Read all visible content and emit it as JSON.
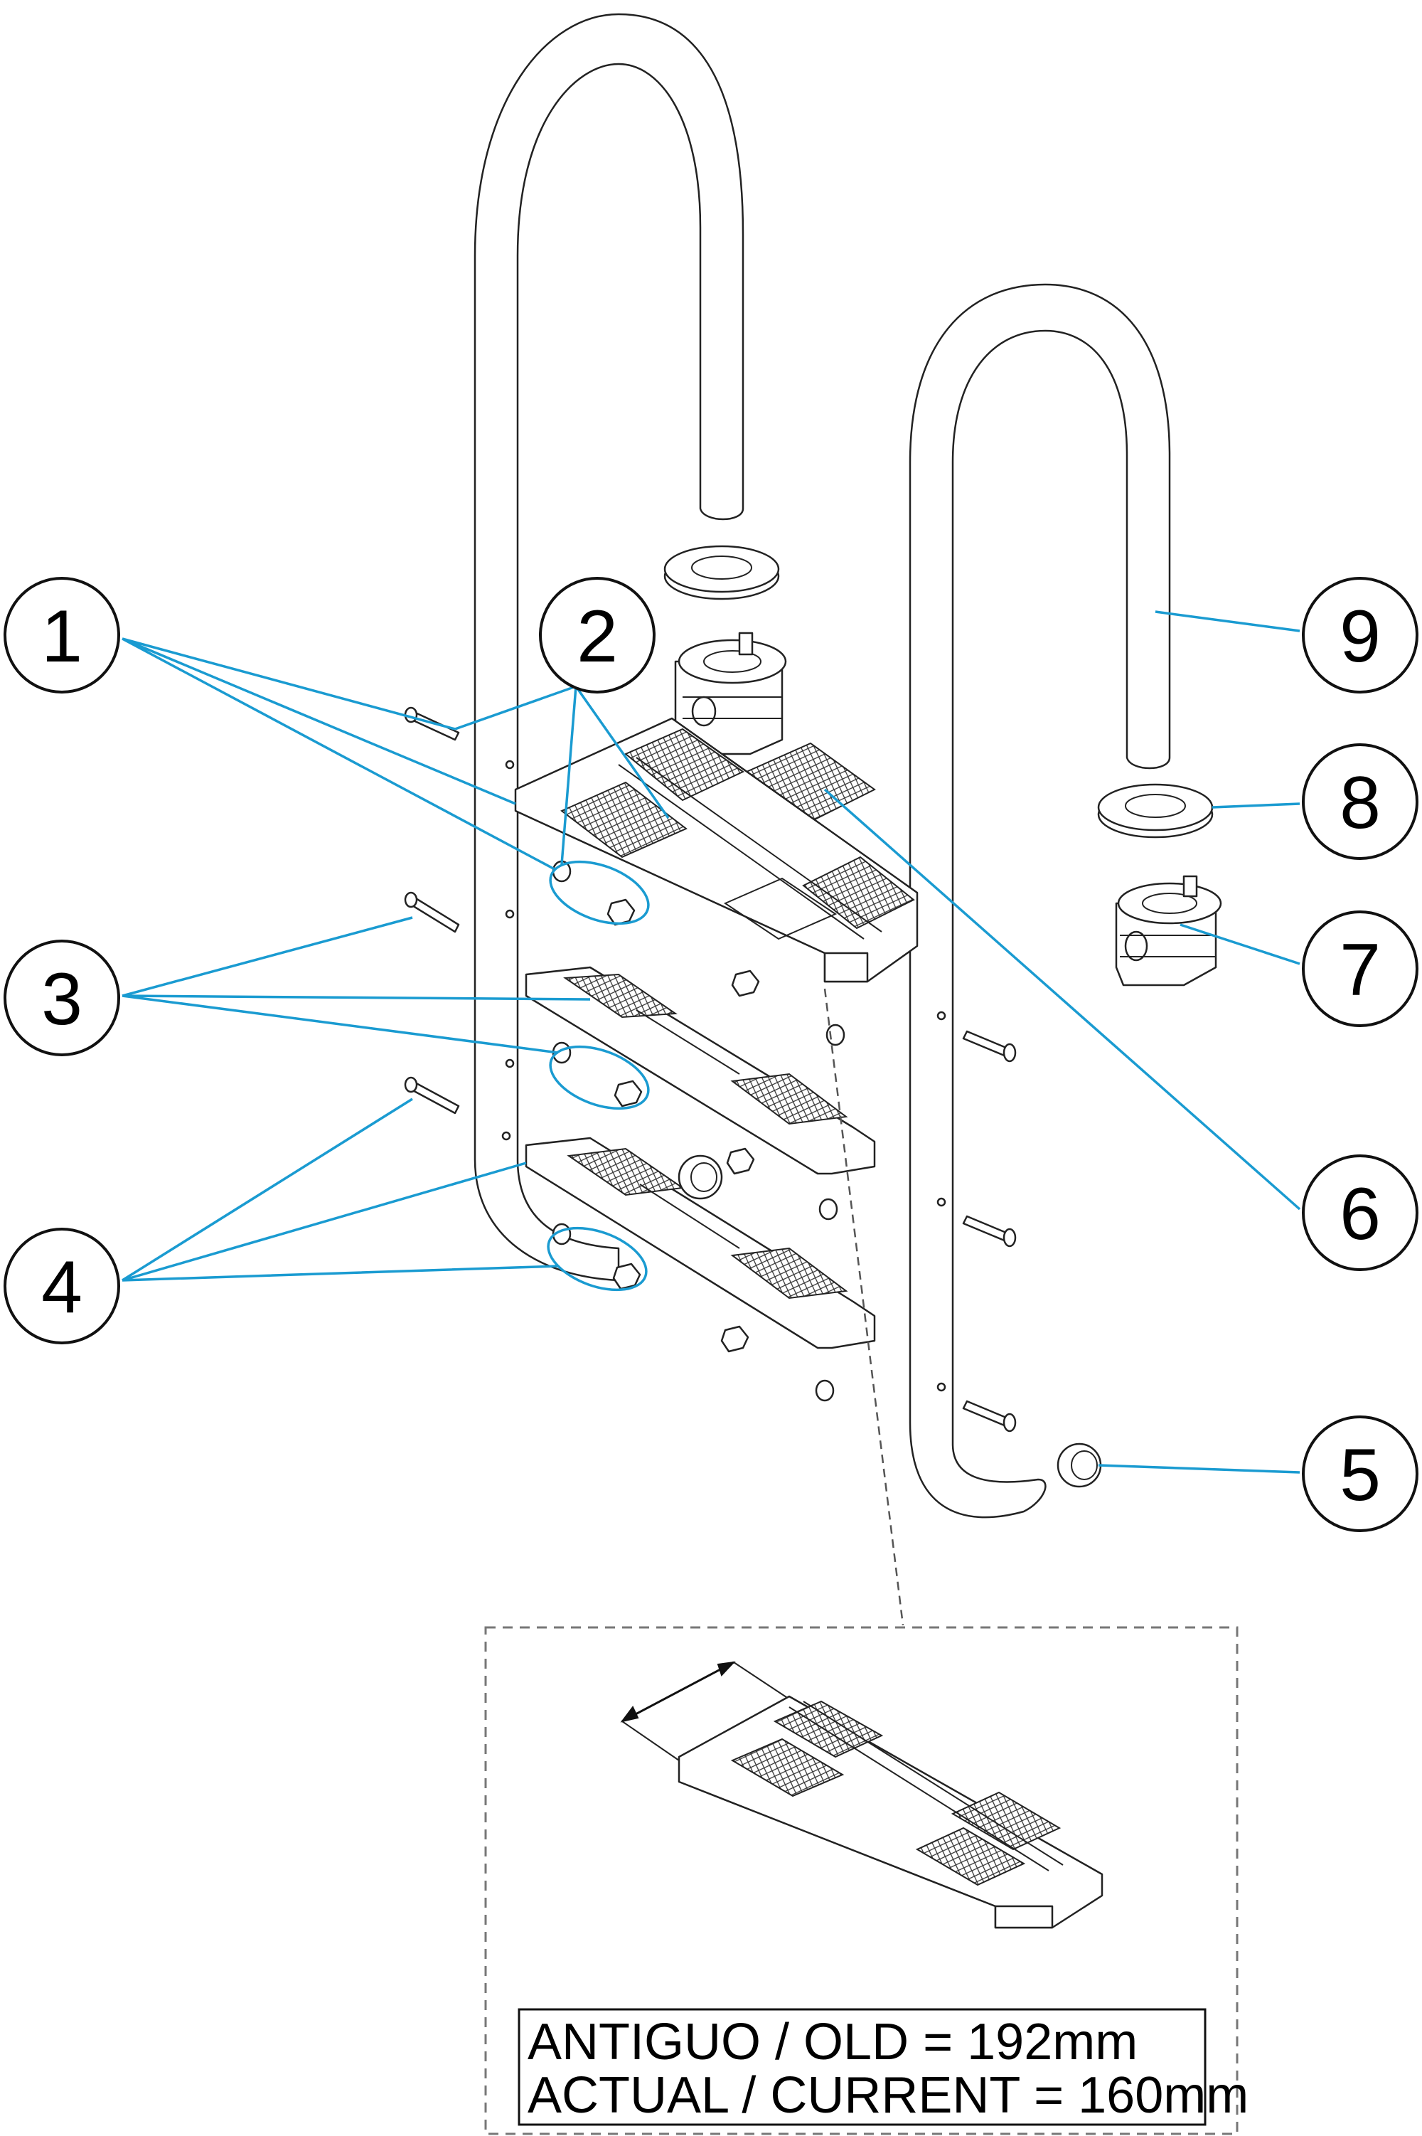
{
  "callouts": [
    {
      "id": "1",
      "label": "1"
    },
    {
      "id": "2",
      "label": "2"
    },
    {
      "id": "3",
      "label": "3"
    },
    {
      "id": "4",
      "label": "4"
    },
    {
      "id": "5",
      "label": "5"
    },
    {
      "id": "6",
      "label": "6"
    },
    {
      "id": "7",
      "label": "7"
    },
    {
      "id": "8",
      "label": "8"
    },
    {
      "id": "9",
      "label": "9"
    }
  ],
  "note": {
    "line1": "ANTIGUO / OLD = 192mm",
    "line2": "ACTUAL / CURRENT = 160mm"
  },
  "colors": {
    "leader": "#1a9bd1",
    "outline": "#222222"
  }
}
